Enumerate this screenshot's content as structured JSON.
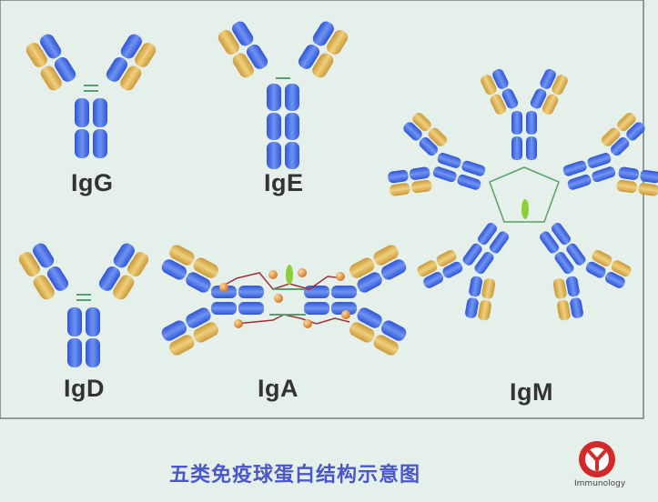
{
  "labels": {
    "igg": "IgG",
    "ige": "IgE",
    "igd": "IgD",
    "iga": "IgA",
    "igm": "IgM"
  },
  "caption": "五类免疫球蛋白结构示意图",
  "logo": {
    "text": "Immunology"
  },
  "colors": {
    "background": "#e6f0ea",
    "heavy_chain": "#4a6fe3",
    "light_chain": "#e0b04a",
    "disulfide_bond": "#58a06a",
    "j_chain": "#8ccf3a",
    "secretory_component": "#e08a3a",
    "caption": "#4a57c8",
    "logo": "#d02a2a"
  }
}
